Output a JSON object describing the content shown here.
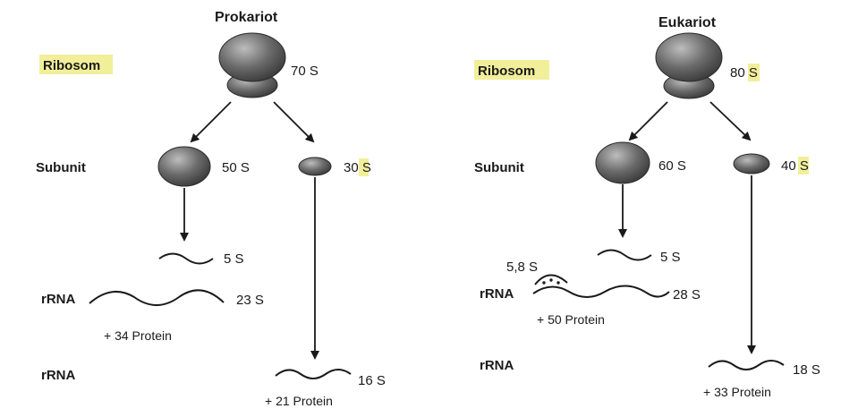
{
  "colors": {
    "highlight": "#f2ef9a",
    "body_dark": "#4a4a4a",
    "body_light": "#bdbdbd",
    "ink": "#1a1a1a",
    "background": "#ffffff"
  },
  "row_labels": {
    "ribosome": "Ribosom",
    "subunit": "Subunit",
    "rrna": "rRNA"
  },
  "prokaryote": {
    "title": "Prokariot",
    "ribosome": {
      "value": "70",
      "unit": "S"
    },
    "large_subunit": {
      "value": "50",
      "unit": "S"
    },
    "small_subunit": {
      "value": "30",
      "unit": "S"
    },
    "rrna_5s": "5 S",
    "rrna_23s": "23 S",
    "large_protein": "+ 34 Protein",
    "rrna_16s": "16 S",
    "small_protein": "+ 21 Protein"
  },
  "eukaryote": {
    "title": "Eukariot",
    "ribosome": {
      "value": "80",
      "unit": "S"
    },
    "large_subunit": {
      "value": "60",
      "unit": "S"
    },
    "small_subunit": {
      "value": "40",
      "unit": "S"
    },
    "rrna_5s": "5 S",
    "rrna_58s": "5,8 S",
    "rrna_28s": "28 S",
    "large_protein": "+ 50 Protein",
    "rrna_18s": "18 S",
    "small_protein": "+ 33 Protein"
  }
}
